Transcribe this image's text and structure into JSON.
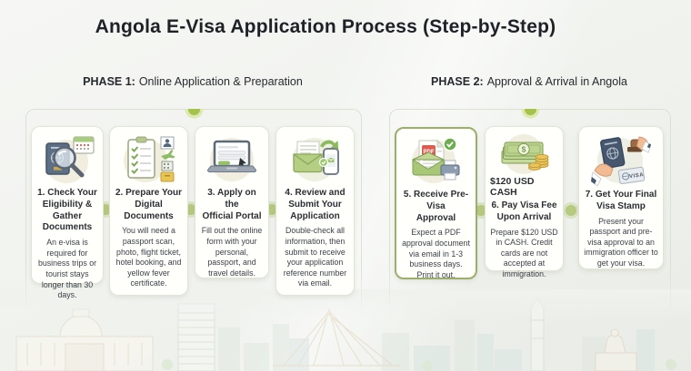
{
  "page": {
    "title": "Angola E-Visa Application Process (Step-by-Step)"
  },
  "colors": {
    "accent_green": "#a5c24d",
    "dot_ring": "#dde9b0",
    "connector_green": "#b7cb7e",
    "panel_border": "#dce0d2",
    "card_border": "#e2e5d6",
    "highlight_card_border": "#9cae6b",
    "icon_circle_bg": "#f1eee0"
  },
  "phases": [
    {
      "label_bold": "PHASE 1:",
      "label_rest": "Online Application & Preparation",
      "steps": [
        {
          "icon": "passport-search-icon",
          "title": "1. Check Your\nEligibility & Gather\nDocuments",
          "body": "An e-visa is required for business trips or tourist stays longer than 30 days."
        },
        {
          "icon": "documents-checklist-icon",
          "title": "2. Prepare Your\nDigital Documents",
          "body": "You will need a passport scan, photo, flight ticket, hotel booking, and yellow fever certificate."
        },
        {
          "icon": "portal-laptop-icon",
          "title": "3. Apply on the\nOfficial Portal",
          "body": "Fill out the online form with your personal, passport, and travel details."
        },
        {
          "icon": "submit-email-icon",
          "title": "4. Review and\nSubmit Your\nApplication",
          "body": "Double-check all information, then submit to receive your application reference number via email."
        }
      ]
    },
    {
      "label_bold": "PHASE 2:",
      "label_rest": "Approval & Arrival in Angola",
      "steps": [
        {
          "icon": "pdf-approval-icon",
          "title": "5. Receive Pre-Visa\nApproval",
          "body": "Expect a PDF approval document via email in 1-3 business days. Print it out."
        },
        {
          "icon": "cash-payment-icon",
          "caption": "$120 USD CASH",
          "title": "6. Pay Visa Fee\nUpon Arrival",
          "body": "Prepare $120 USD in CASH. Credit cards are not accepted at immigration."
        },
        {
          "icon": "visa-stamp-icon",
          "title": "7. Get Your Final\nVisa Stamp",
          "body": "Present your passport and pre-visa approval to an immigration officer to get your visa."
        }
      ]
    }
  ]
}
